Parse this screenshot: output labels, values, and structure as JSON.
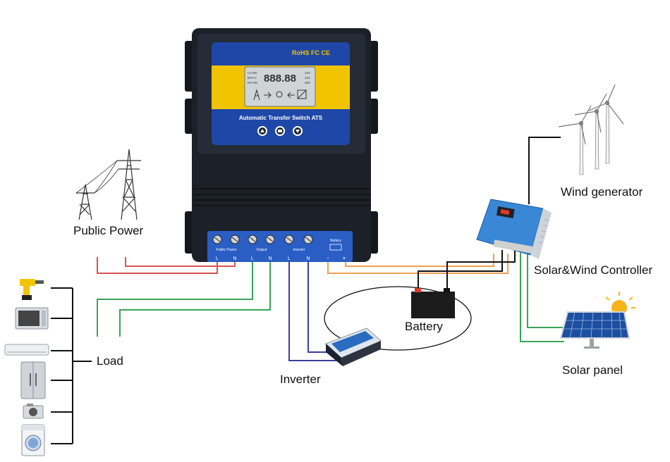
{
  "labels": {
    "public_power": "Public Power",
    "load": "Load",
    "inverter": "Inverter",
    "battery": "Battery",
    "wind_generator": "Wind generator",
    "controller": "Solar&Wind Controller",
    "solar_panel": "Solar panel"
  },
  "device": {
    "certifications": "RoHS FC CE",
    "title": "Automatic Transfer Switch ATS",
    "lcd_readout": "888.88",
    "lcd_left": [
      "LV-ON",
      "BAT-V",
      "HV-ON"
    ],
    "lcd_right": [
      "12V",
      "24V",
      "48V"
    ],
    "terminal_groups": [
      "Public Power",
      "Output",
      "Inverter",
      "Battery"
    ],
    "terminal_marks": [
      "L",
      "N",
      "L",
      "N",
      "L",
      "N",
      "-",
      "+"
    ]
  },
  "colors": {
    "wire_red": "#d9534f",
    "wire_green": "#3aa35a",
    "wire_blue": "#3a3f9a",
    "wire_orange": "#f0a050",
    "wire_black": "#111111",
    "panel_blue": "#1e47a8",
    "panel_yellow": "#f2c400",
    "case_dark": "#1c2129"
  },
  "icons": [
    "transmission-tower-icon",
    "wind-turbine-icon",
    "solar-panel-icon",
    "battery-icon",
    "inverter-icon",
    "drill-icon",
    "microwave-icon",
    "air-conditioner-icon",
    "refrigerator-icon",
    "camera-icon",
    "washing-machine-icon"
  ]
}
